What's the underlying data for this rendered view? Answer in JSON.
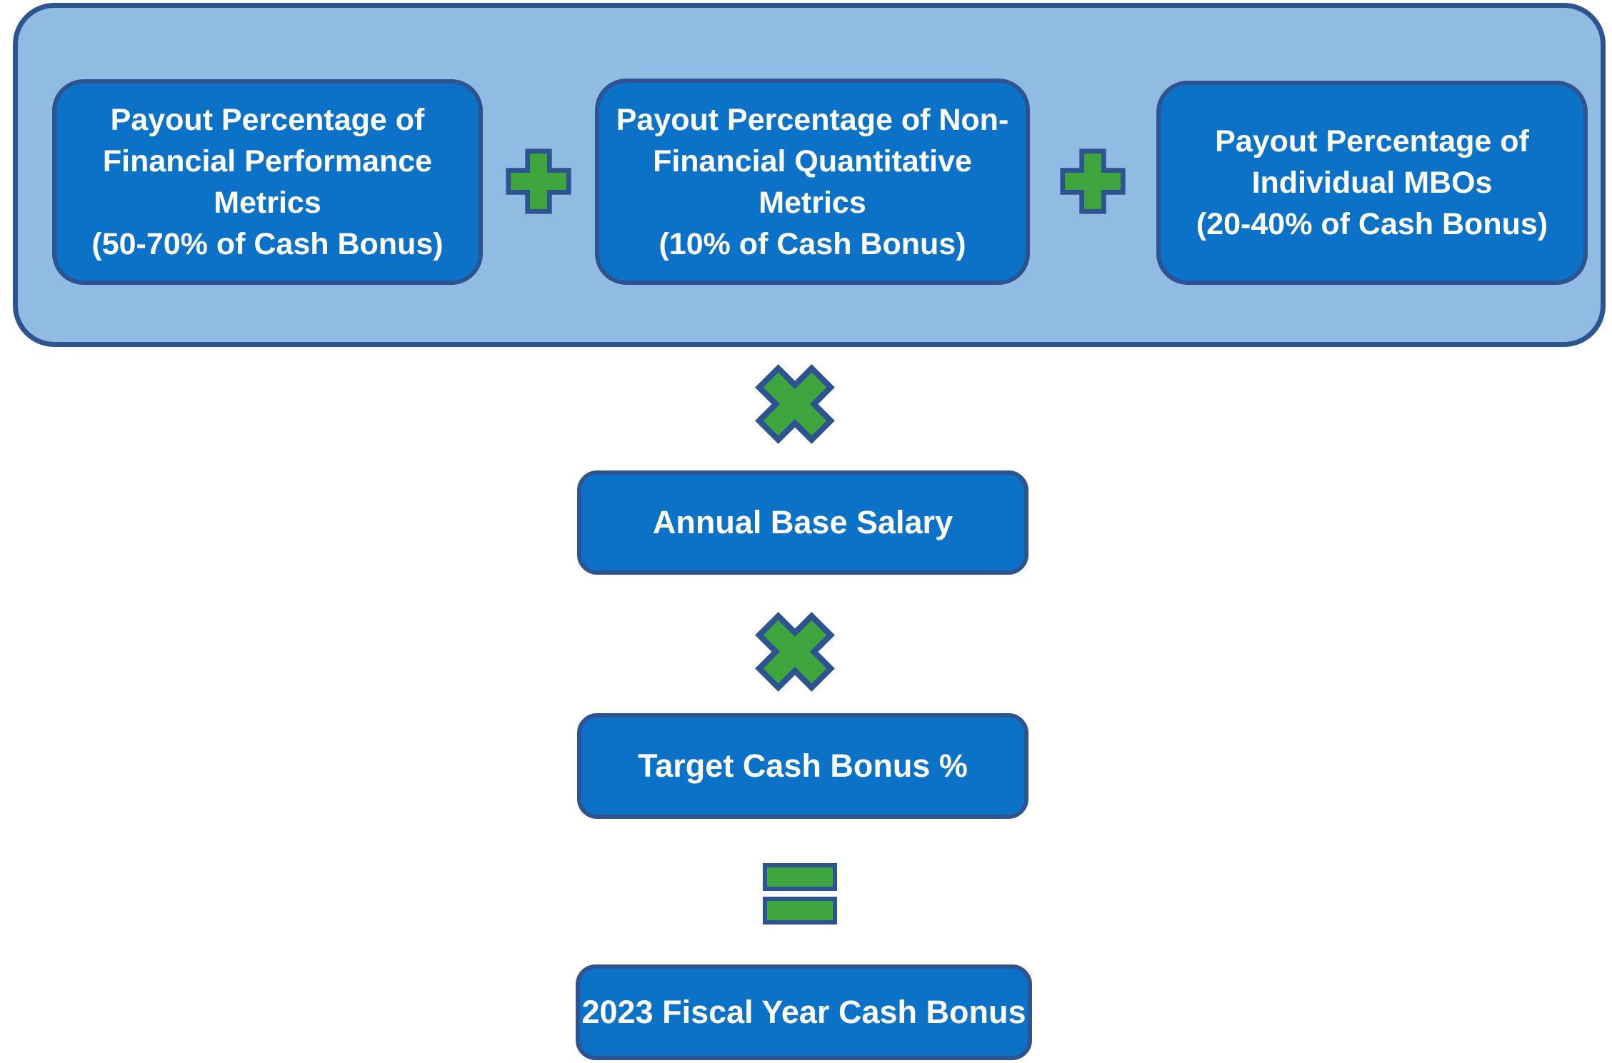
{
  "colors": {
    "container_fill": "#90bce4",
    "container_border": "#2e5391",
    "box_fill": "#0c72c8",
    "box_border": "#2e5391",
    "operator_fill": "#3fa53e",
    "operator_border": "#2e5391",
    "text": "#ffffff",
    "background": "#ffffff"
  },
  "group": {
    "boxes": {
      "financial": {
        "lines": [
          "Payout Percentage of",
          "Financial Performance",
          "Metrics",
          "(50-70% of Cash Bonus)"
        ]
      },
      "nonfinancial": {
        "lines": [
          "Payout Percentage of Non-",
          "Financial Quantitative",
          "Metrics",
          "(10% of Cash Bonus)"
        ]
      },
      "mbos": {
        "lines": [
          "Payout Percentage of",
          "Individual MBOs",
          "(20-40% of Cash Bonus)"
        ]
      }
    },
    "operators": {
      "between_financial_and_nonfinancial": "plus",
      "between_nonfinancial_and_mbos": "plus"
    }
  },
  "flow": {
    "operator_after_group": "multiply",
    "annual_base_salary": "Annual Base Salary",
    "operator_after_salary": "multiply",
    "target_cash_bonus": "Target Cash Bonus %",
    "operator_result": "equals",
    "result": "2023 Fiscal Year Cash Bonus"
  }
}
